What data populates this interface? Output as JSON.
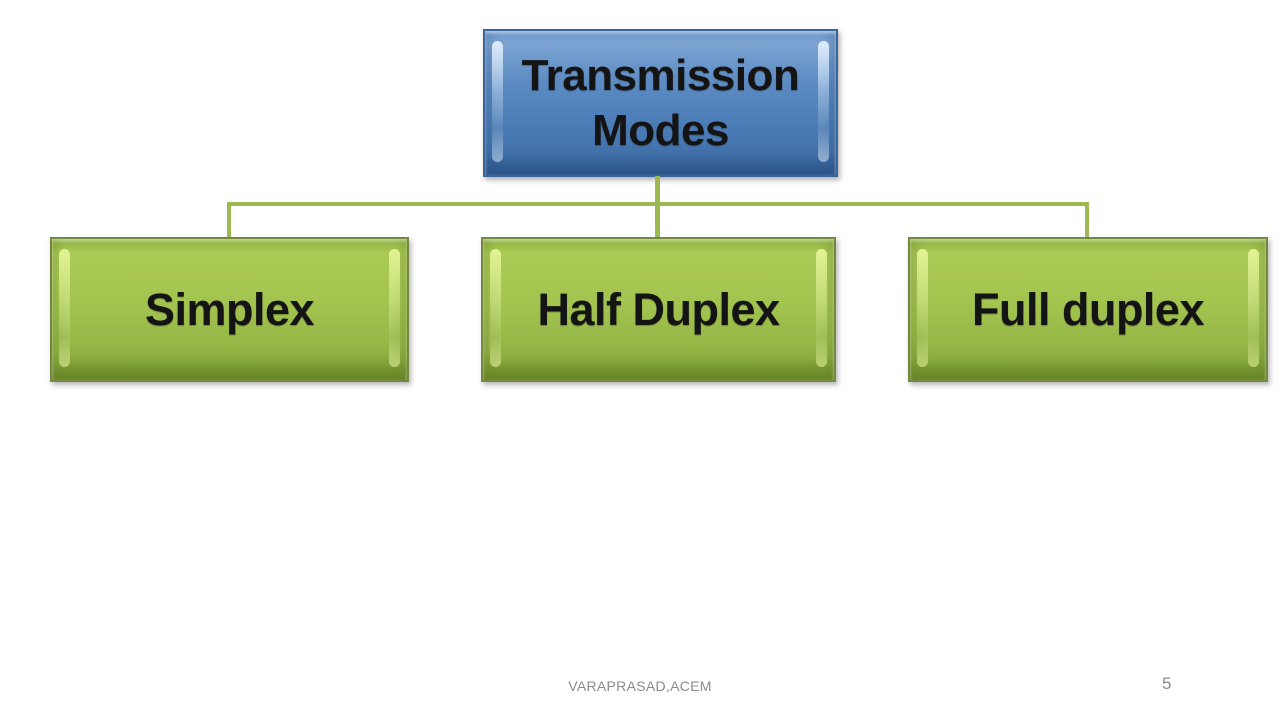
{
  "diagram": {
    "root": {
      "label": "Transmission Modes",
      "fill_color": "#4e7fb8",
      "border_color": "#39659c",
      "text_color": "#141414"
    },
    "children": [
      {
        "label": "Simplex"
      },
      {
        "label": "Half Duplex"
      },
      {
        "label": "Full duplex"
      }
    ],
    "child_style": {
      "fill_color": "#9bbb59",
      "border_color": "#75883f",
      "text_color": "#141414"
    },
    "connector_color": "#9dba52"
  },
  "footer": {
    "author_text": "VARAPRASAD,ACEM",
    "page_number": "5",
    "text_color": "#8b8b8b"
  }
}
